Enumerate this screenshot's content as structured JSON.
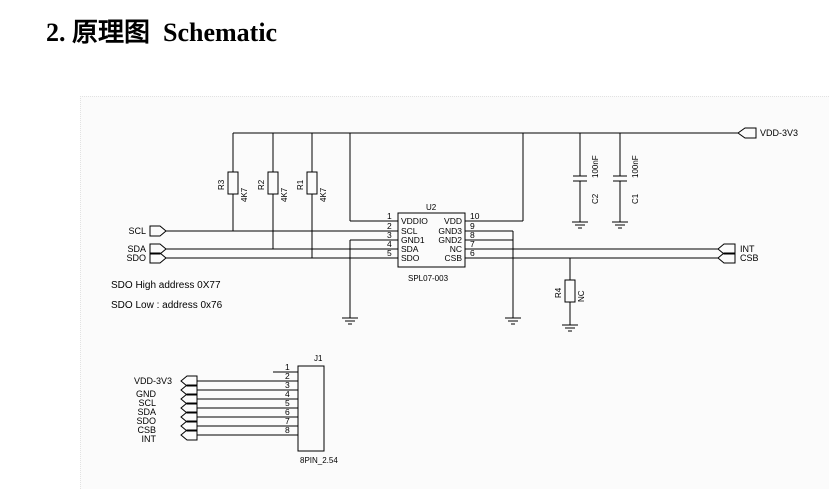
{
  "heading": {
    "number": "2.",
    "title_cn": "原理图",
    "title_en": "Schematic"
  },
  "notes": {
    "high": "SDO High address 0X77",
    "low": "SDO  Low : address 0x76"
  },
  "power_net": "VDD-3V3",
  "nets": {
    "scl": "SCL",
    "sda": "SDA",
    "sdo": "SDO",
    "int": "INT",
    "csb": "CSB"
  },
  "u2": {
    "ref": "U2",
    "part": "SPL07-003",
    "left_pins": [
      {
        "num": "1",
        "name": "VDDIO"
      },
      {
        "num": "2",
        "name": "SCL"
      },
      {
        "num": "3",
        "name": "GND1"
      },
      {
        "num": "4",
        "name": "SDA"
      },
      {
        "num": "5",
        "name": "SDO"
      }
    ],
    "right_pins": [
      {
        "num": "10",
        "name": "VDD"
      },
      {
        "num": "9",
        "name": "GND3"
      },
      {
        "num": "8",
        "name": "GND2"
      },
      {
        "num": "7",
        "name": "NC"
      },
      {
        "num": "6",
        "name": "CSB"
      }
    ]
  },
  "resistors": [
    {
      "ref": "R3",
      "value": "4K7"
    },
    {
      "ref": "R2",
      "value": "4K7"
    },
    {
      "ref": "R1",
      "value": "4K7"
    },
    {
      "ref": "R4",
      "value": "NC"
    }
  ],
  "capacitors": [
    {
      "ref": "C2",
      "value": "100nF"
    },
    {
      "ref": "C1",
      "value": "100nF"
    }
  ],
  "j1": {
    "ref": "J1",
    "part": "8PIN_2.54",
    "pins": [
      "1",
      "2",
      "3",
      "4",
      "5",
      "6",
      "7",
      "8"
    ],
    "nets": [
      "VDD-3V3",
      "GND",
      "SCL",
      "SDA",
      "SDO",
      "CSB",
      "INT"
    ]
  }
}
